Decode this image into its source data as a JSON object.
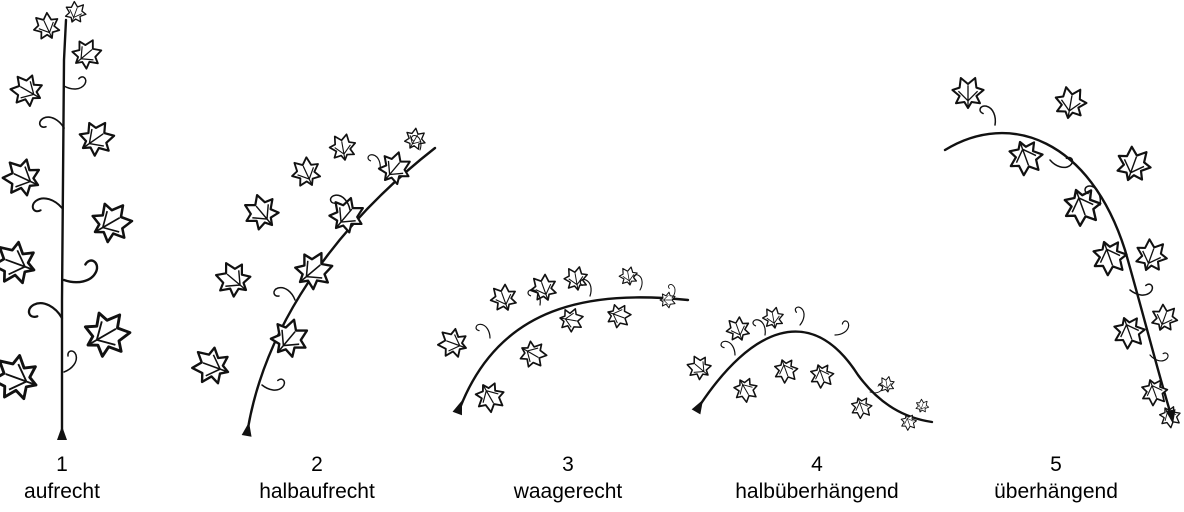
{
  "growth_habits": [
    {
      "number": "1",
      "name": "aufrecht"
    },
    {
      "number": "2",
      "name": "halbaufrecht"
    },
    {
      "number": "3",
      "name": "waagerecht"
    },
    {
      "number": "4",
      "name": "halbüberhängend"
    },
    {
      "number": "5",
      "name": "überhängend"
    }
  ],
  "drawing": {
    "line_color": "#111111",
    "background": "#ffffff"
  }
}
